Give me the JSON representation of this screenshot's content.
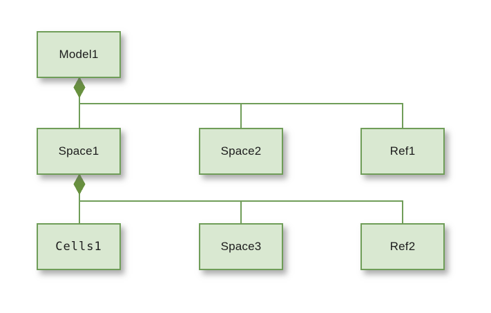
{
  "diagram": {
    "type": "composition-tree",
    "nodes": [
      {
        "id": "model1",
        "label": "Model1",
        "kind": "model"
      },
      {
        "id": "space1",
        "label": "Space1",
        "kind": "space"
      },
      {
        "id": "space2",
        "label": "Space2",
        "kind": "space"
      },
      {
        "id": "ref1",
        "label": "Ref1",
        "kind": "ref"
      },
      {
        "id": "cells1",
        "label": "Cells1",
        "kind": "cells"
      },
      {
        "id": "space3",
        "label": "Space3",
        "kind": "space"
      },
      {
        "id": "ref2",
        "label": "Ref2",
        "kind": "ref"
      }
    ],
    "edges": [
      {
        "from": "Model1",
        "to": "Space1",
        "type": "composition"
      },
      {
        "from": "Model1",
        "to": "Space2",
        "type": "composition"
      },
      {
        "from": "Model1",
        "to": "Ref1",
        "type": "composition"
      },
      {
        "from": "Space1",
        "to": "Cells1",
        "type": "composition"
      },
      {
        "from": "Space1",
        "to": "Space3",
        "type": "composition"
      },
      {
        "from": "Space1",
        "to": "Ref2",
        "type": "composition"
      }
    ],
    "colors": {
      "box-fill": "#d9e8d1",
      "box-border": "#6f9d58",
      "line": "#6f9d58",
      "diamond": "#68913f",
      "text": "#1c1c1c"
    }
  }
}
